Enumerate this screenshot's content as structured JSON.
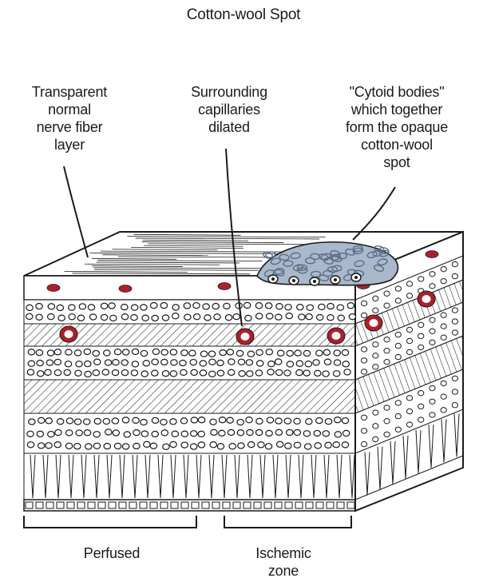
{
  "title": "Cotton-wool Spot",
  "labels": {
    "transparent_layer": [
      "Transparent",
      "normal",
      "nerve fiber",
      "layer"
    ],
    "capillaries": [
      "Surrounding",
      "capillaries",
      "dilated"
    ],
    "cytoid_bodies": [
      "\"Cytoid bodies\"",
      "which together",
      "form the opaque",
      "cotton-wool",
      "spot"
    ],
    "perfused": "Perfused",
    "ischemic_zone": [
      "Ischemic",
      "zone"
    ]
  },
  "colors": {
    "ink": "#1a1a1a",
    "capillary": "#b01e2a",
    "capillary_inner": "#ffffff",
    "cytoid": "#5a6f8a",
    "cytoid_fill": "#aab8cc"
  }
}
